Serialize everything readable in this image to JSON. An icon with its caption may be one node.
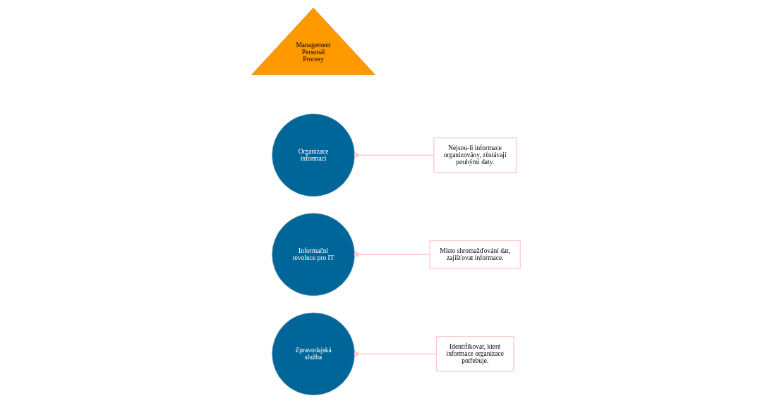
{
  "diagram": {
    "nodes": [
      {
        "text": [
          "Zpravodajská služba"
        ]
      },
      {
        "text": [
          "Informační revoluce pro IT"
        ]
      },
      {
        "text": [
          "Organizace informací"
        ]
      },
      {
        "text": [
          "Management",
          "Personál",
          "Procesy"
        ]
      },
      {
        "text": [
          "Identifikovat, které informace organizace potřebuje."
        ]
      },
      {
        "text": [
          "Nejsou-li informace organizovány, zůstávají pouhými daty."
        ]
      },
      {
        "text": [
          "Místo shromažďování dat, zajišťovat informace."
        ]
      }
    ],
    "edges": [
      {
        "from": 0,
        "to": 4,
        "arrow": "other"
      },
      {
        "from": 2,
        "to": 5,
        "arrow": "other"
      },
      {
        "from": 1,
        "to": 6,
        "arrow": "other"
      }
    ]
  }
}
